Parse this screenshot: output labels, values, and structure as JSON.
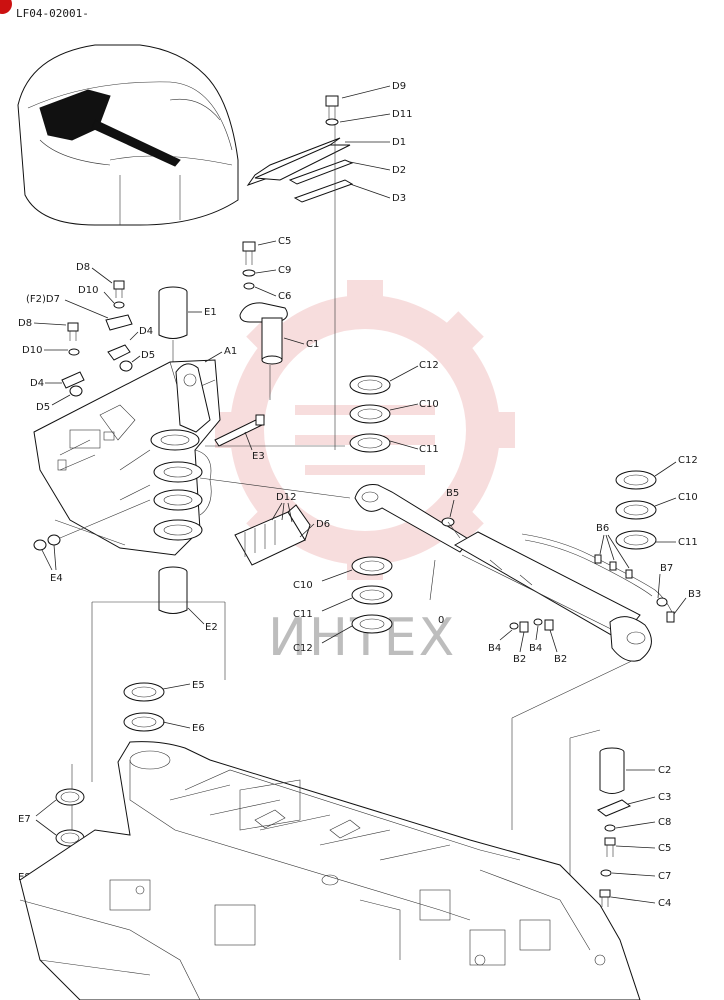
{
  "header": {
    "code": "LF04-02001-"
  },
  "watermark": {
    "text": "ИНТЕХ"
  },
  "colors": {
    "watermark_gear": "#f2c2c2",
    "badge": "#cc1111",
    "line": "#222222"
  },
  "labels": {
    "D9": "D9",
    "D11": "D11",
    "D1": "D1",
    "D2": "D2",
    "D3": "D3",
    "C5a": "C5",
    "C9": "C9",
    "C6": "C6",
    "C1": "C1",
    "D8a": "D8",
    "D10a": "D10",
    "F2D7": "(F2)D7",
    "D8b": "D8",
    "D4a": "D4",
    "D10b": "D10",
    "D5a": "D5",
    "A1": "A1",
    "E1": "E1",
    "D4b": "D4",
    "D5b": "D5",
    "E3": "E3",
    "C12a": "C12",
    "C10a": "C10",
    "C11a": "C11",
    "B5": "B5",
    "D12": "D12",
    "D6": "D6",
    "E4": "E4",
    "E2": "E2",
    "C10b": "C10",
    "C11b": "C11",
    "C12b": "C12",
    "zero": "0",
    "B4a": "B4",
    "B2a": "B2",
    "B4b": "B4",
    "B2b": "B2",
    "C12c": "C12",
    "C10c": "C10",
    "C11c": "C11",
    "B6": "B6",
    "B7": "B7",
    "B3": "B3",
    "E5": "E5",
    "E6": "E6",
    "E7": "E7",
    "E8": "E8",
    "C2": "C2",
    "C3": "C3",
    "C8": "C8",
    "C5b": "C5",
    "C7": "C7",
    "C4": "C4"
  }
}
